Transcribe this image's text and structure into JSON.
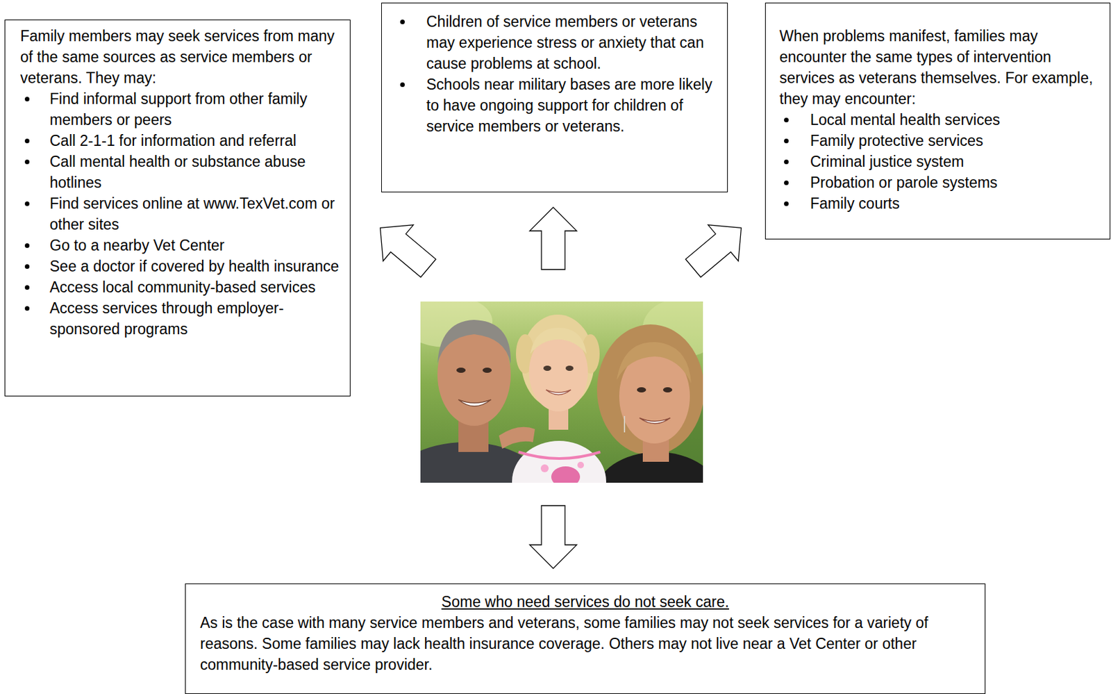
{
  "diagram": {
    "nodes": [
      {
        "text": [
          "Family members may seek services from many of the same sources as service members or veterans. They may:",
          "Find informal support from other family members or peers",
          "Call 2-1-1 for information and referral",
          "Call mental health or substance abuse hotlines",
          "Find services online at www.TexVet.com or other sites",
          "Go to a nearby Vet Center",
          "See a doctor if covered by health insurance",
          "Access local community-based services",
          "Access services through employer-sponsored programs"
        ]
      },
      {
        "text": [
          "Children of service members or veterans may experience stress or anxiety that can cause problems at school.",
          "Schools near military bases are more likely to have ongoing support for children of service members or veterans."
        ]
      },
      {
        "text": [
          "When problems manifest, families may encounter the same types of intervention services as veterans themselves. For example, they may encounter:",
          "Local mental health services",
          "Family protective services",
          "Criminal justice system",
          "Probation or parole systems",
          "Family courts"
        ]
      },
      {
        "text": [
          "Some who need services do not seek care.",
          "As is the case with many service members and veterans, some families may not seek services for a variety of reasons. Some families may lack health insurance coverage. Others may not live near a Vet Center or other community-based service provider."
        ]
      }
    ]
  }
}
